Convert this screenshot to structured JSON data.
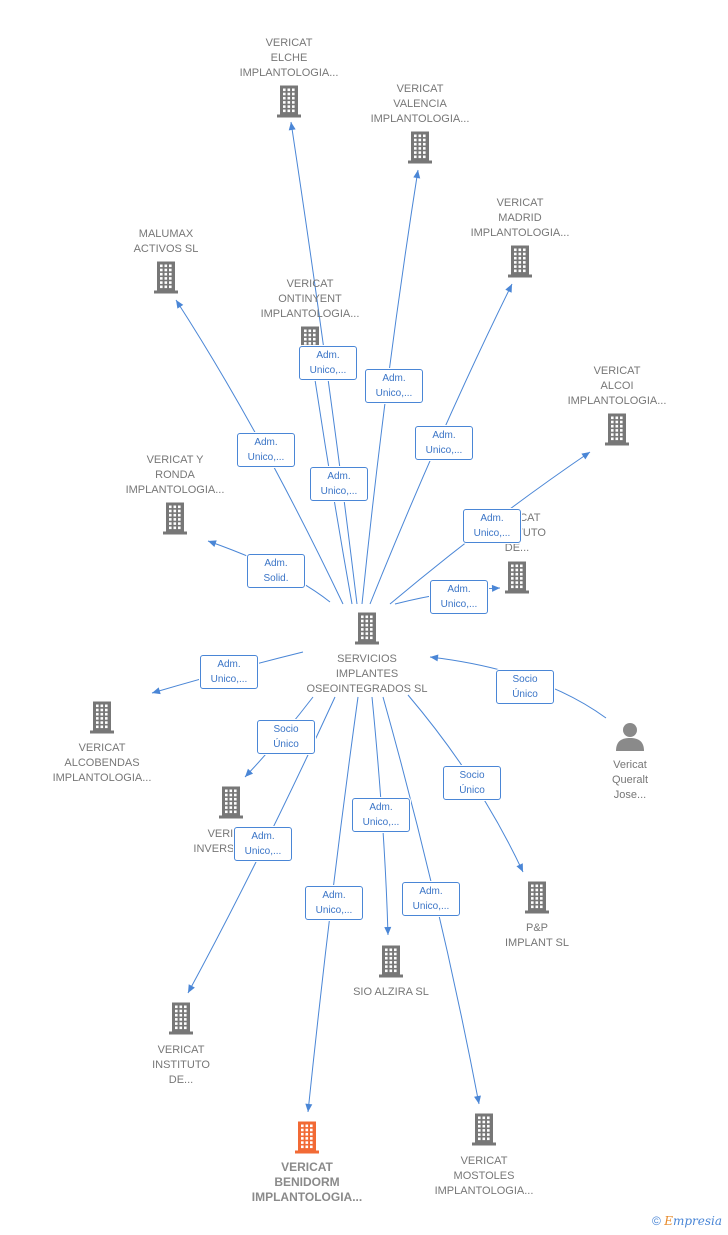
{
  "nodes": [
    {
      "id": "elche",
      "kind": "company",
      "lines": [
        "VERICAT",
        "ELCHE",
        "IMPLANTOLOGIA..."
      ]
    },
    {
      "id": "valencia",
      "kind": "company",
      "lines": [
        "VERICAT",
        "VALENCIA",
        "IMPLANTOLOGIA..."
      ]
    },
    {
      "id": "madrid",
      "kind": "company",
      "lines": [
        "VERICAT",
        "MADRID",
        "IMPLANTOLOGIA..."
      ]
    },
    {
      "id": "malumax",
      "kind": "company",
      "lines": [
        "MALUMAX",
        "ACTIVOS SL"
      ]
    },
    {
      "id": "ontinyent",
      "kind": "company",
      "lines": [
        "VERICAT",
        "ONTINYENT",
        "IMPLANTOLOGIA..."
      ]
    },
    {
      "id": "alcoi",
      "kind": "company",
      "lines": [
        "VERICAT",
        "ALCOI",
        "IMPLANTOLOGIA..."
      ]
    },
    {
      "id": "ronda",
      "kind": "company",
      "lines": [
        "VERICAT Y",
        "RONDA",
        "IMPLANTOLOGIA..."
      ]
    },
    {
      "id": "instituto2",
      "kind": "company",
      "lines": [
        "VERICAT",
        "INSTITUTO",
        "DE..."
      ]
    },
    {
      "id": "center",
      "kind": "company",
      "lines": [
        "SERVICIOS",
        "IMPLANTES",
        "OSEOINTEGRADOS SL"
      ]
    },
    {
      "id": "alcobendas",
      "kind": "company",
      "lines": [
        "VERICAT",
        "ALCOBENDAS",
        "IMPLANTOLOGIA..."
      ]
    },
    {
      "id": "person",
      "kind": "person",
      "lines": [
        "Vericat",
        "Queralt",
        "Jose..."
      ]
    },
    {
      "id": "inversiones",
      "kind": "company",
      "lines": [
        "VERICAT",
        "INVERSIONES"
      ]
    },
    {
      "id": "pp",
      "kind": "company",
      "lines": [
        "P&P",
        "IMPLANT SL"
      ]
    },
    {
      "id": "alzira",
      "kind": "company",
      "lines": [
        "SIO ALZIRA SL"
      ]
    },
    {
      "id": "instituto",
      "kind": "company",
      "lines": [
        "VERICAT",
        "INSTITUTO",
        "DE..."
      ]
    },
    {
      "id": "benidorm",
      "kind": "target",
      "lines": [
        "VERICAT",
        "BENIDORM",
        "IMPLANTOLOGIA..."
      ]
    },
    {
      "id": "mostoles",
      "kind": "company",
      "lines": [
        "VERICAT",
        "MOSTOLES",
        "IMPLANTOLOGIA..."
      ]
    }
  ],
  "relations": [
    {
      "id": "r-ontinyent",
      "lines": [
        "Adm.",
        "Unico,..."
      ]
    },
    {
      "id": "r-valencia",
      "lines": [
        "Adm.",
        "Unico,..."
      ]
    },
    {
      "id": "r-malumax",
      "lines": [
        "Adm.",
        "Unico,..."
      ]
    },
    {
      "id": "r-madrid",
      "lines": [
        "Adm.",
        "Unico,..."
      ]
    },
    {
      "id": "r-elche",
      "lines": [
        "Adm.",
        "Unico,..."
      ]
    },
    {
      "id": "r-alcoi",
      "lines": [
        "Adm.",
        "Unico,..."
      ]
    },
    {
      "id": "r-ronda",
      "lines": [
        "Adm.",
        "Solid."
      ]
    },
    {
      "id": "r-instituto2",
      "lines": [
        "Adm.",
        "Unico,..."
      ]
    },
    {
      "id": "r-alcobendas",
      "lines": [
        "Adm.",
        "Unico,..."
      ]
    },
    {
      "id": "r-person",
      "lines": [
        "Socio",
        "Único"
      ]
    },
    {
      "id": "r-inversiones",
      "lines": [
        "Socio",
        "Único"
      ]
    },
    {
      "id": "r-pp",
      "lines": [
        "Socio",
        "Único"
      ]
    },
    {
      "id": "r-alzira",
      "lines": [
        "Adm.",
        "Unico,..."
      ]
    },
    {
      "id": "r-instituto",
      "lines": [
        "Adm.",
        "Unico,..."
      ]
    },
    {
      "id": "r-mostoles",
      "lines": [
        "Adm.",
        "Unico,..."
      ]
    },
    {
      "id": "r-benidorm",
      "lines": [
        "Adm.",
        "Unico,..."
      ]
    }
  ],
  "colors": {
    "edge": "#4a86d6",
    "company": "#777777",
    "target": "#f26a35",
    "person": "#8a8a8a"
  },
  "brand": {
    "symbol": "©",
    "initial": "E",
    "rest": "mpresia"
  }
}
